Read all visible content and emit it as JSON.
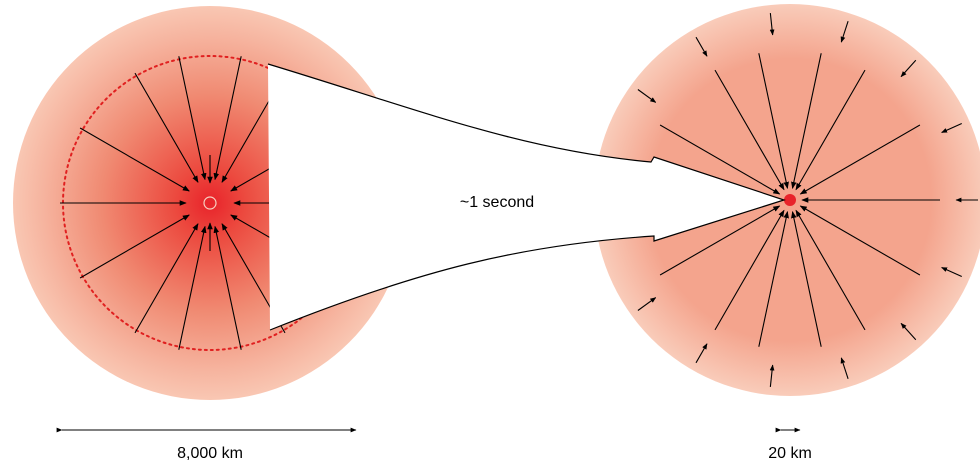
{
  "labels": {
    "time": "~1 second",
    "left_scale": "8,000 km",
    "right_scale": "20 km"
  },
  "colors": {
    "core_red": "#e8232a",
    "mid_red": "#f08068",
    "halo": "#f9c7b3",
    "outer_sphere": "#f4a48d",
    "dotted_circle": "#e02020",
    "ink": "#000000"
  }
}
